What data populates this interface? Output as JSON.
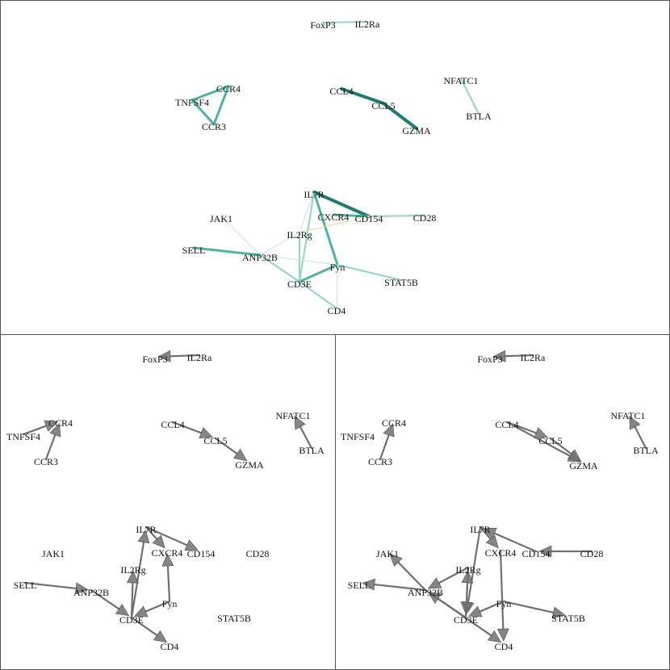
{
  "colors": {
    "background": "#ffffff",
    "panel_border": "#555555",
    "edge_light": "#92d3c8",
    "edge_mid": "#4fb3a4",
    "edge_dark": "#1f7a70",
    "edge_faint": "#c2e6df",
    "edge_yellow": "#e8d79a",
    "arrow": "#707070",
    "text": "#111111"
  },
  "panels": [
    {
      "id": "top",
      "directed": false,
      "nodes": [
        {
          "id": "FoxP3",
          "label": "FoxP3"
        },
        {
          "id": "IL2Ra",
          "label": "IL2Ra"
        },
        {
          "id": "CCR4",
          "label": "CCR4"
        },
        {
          "id": "TNFSF4",
          "label": "TNFSF4"
        },
        {
          "id": "CCR3",
          "label": "CCR3"
        },
        {
          "id": "CCL4",
          "label": "CCL4"
        },
        {
          "id": "CCL5",
          "label": "CCL5"
        },
        {
          "id": "GZMA",
          "label": "GZMA"
        },
        {
          "id": "NFATC1",
          "label": "NFATC1"
        },
        {
          "id": "BTLA",
          "label": "BTLA"
        },
        {
          "id": "IL7R",
          "label": "IL7R"
        },
        {
          "id": "CXCR4",
          "label": "CXCR4"
        },
        {
          "id": "CD154",
          "label": "CD154"
        },
        {
          "id": "CD28",
          "label": "CD28"
        },
        {
          "id": "JAK1",
          "label": "JAK1"
        },
        {
          "id": "IL2Rg",
          "label": "IL2Rg"
        },
        {
          "id": "SELL",
          "label": "SELL"
        },
        {
          "id": "ANP32B",
          "label": "ANP32B"
        },
        {
          "id": "Fyn",
          "label": "Fyn"
        },
        {
          "id": "CD3E",
          "label": "CD3E"
        },
        {
          "id": "STAT5B",
          "label": "STAT5B"
        },
        {
          "id": "CD4",
          "label": "CD4"
        }
      ],
      "edges": [
        {
          "source": "FoxP3",
          "target": "IL2Ra",
          "weight": "light"
        },
        {
          "source": "TNFSF4",
          "target": "CCR4",
          "weight": "mid"
        },
        {
          "source": "CCR4",
          "target": "CCR3",
          "weight": "mid"
        },
        {
          "source": "TNFSF4",
          "target": "CCR3",
          "weight": "mid"
        },
        {
          "source": "CCL4",
          "target": "CCL5",
          "weight": "dark"
        },
        {
          "source": "CCL5",
          "target": "GZMA",
          "weight": "dark"
        },
        {
          "source": "NFATC1",
          "target": "BTLA",
          "weight": "light"
        },
        {
          "source": "IL7R",
          "target": "CD154",
          "weight": "dark"
        },
        {
          "source": "CXCR4",
          "target": "CD154",
          "weight": "mid"
        },
        {
          "source": "CD154",
          "target": "CD28",
          "weight": "light"
        },
        {
          "source": "IL7R",
          "target": "IL2Rg",
          "weight": "faint"
        },
        {
          "source": "IL7R",
          "target": "CD3E",
          "weight": "light"
        },
        {
          "source": "IL7R",
          "target": "Fyn",
          "weight": "mid"
        },
        {
          "source": "IL2Rg",
          "target": "CD154",
          "weight": "yellow"
        },
        {
          "source": "IL2Rg",
          "target": "CD3E",
          "weight": "light"
        },
        {
          "source": "IL2Rg",
          "target": "ANP32B",
          "weight": "faint"
        },
        {
          "source": "JAK1",
          "target": "ANP32B",
          "weight": "faint"
        },
        {
          "source": "SELL",
          "target": "ANP32B",
          "weight": "mid"
        },
        {
          "source": "ANP32B",
          "target": "CD3E",
          "weight": "light"
        },
        {
          "source": "ANP32B",
          "target": "Fyn",
          "weight": "faint"
        },
        {
          "source": "CD3E",
          "target": "Fyn",
          "weight": "mid"
        },
        {
          "source": "Fyn",
          "target": "STAT5B",
          "weight": "light"
        },
        {
          "source": "Fyn",
          "target": "CD4",
          "weight": "faint"
        },
        {
          "source": "CD3E",
          "target": "CD4",
          "weight": "light"
        }
      ]
    },
    {
      "id": "bottom-left",
      "directed": true,
      "nodes": [
        {
          "id": "FoxP3",
          "label": "FoxP3"
        },
        {
          "id": "IL2Ra",
          "label": "IL2Ra"
        },
        {
          "id": "CCR4",
          "label": "CCR4"
        },
        {
          "id": "TNFSF4",
          "label": "TNFSF4"
        },
        {
          "id": "CCR3",
          "label": "CCR3"
        },
        {
          "id": "CCL4",
          "label": "CCL4"
        },
        {
          "id": "CCL5",
          "label": "CCL5"
        },
        {
          "id": "GZMA",
          "label": "GZMA"
        },
        {
          "id": "NFATC1",
          "label": "NFATC1"
        },
        {
          "id": "BTLA",
          "label": "BTLA"
        },
        {
          "id": "IL7R",
          "label": "IL7R"
        },
        {
          "id": "CXCR4",
          "label": "CXCR4"
        },
        {
          "id": "CD154",
          "label": "CD154"
        },
        {
          "id": "CD28",
          "label": "CD28"
        },
        {
          "id": "JAK1",
          "label": "JAK1"
        },
        {
          "id": "IL2Rg",
          "label": "IL2Rg"
        },
        {
          "id": "SELL",
          "label": "SELL"
        },
        {
          "id": "ANP32B",
          "label": "ANP32B"
        },
        {
          "id": "Fyn",
          "label": "Fyn"
        },
        {
          "id": "CD3E",
          "label": "CD3E"
        },
        {
          "id": "STAT5B",
          "label": "STAT5B"
        },
        {
          "id": "CD4",
          "label": "CD4"
        }
      ],
      "edges": [
        {
          "source": "IL2Ra",
          "target": "FoxP3"
        },
        {
          "source": "TNFSF4",
          "target": "CCR4"
        },
        {
          "source": "CCR3",
          "target": "CCR4"
        },
        {
          "source": "CCL4",
          "target": "CCL5"
        },
        {
          "source": "CCL5",
          "target": "GZMA"
        },
        {
          "source": "BTLA",
          "target": "NFATC1"
        },
        {
          "source": "IL7R",
          "target": "CD154"
        },
        {
          "source": "IL7R",
          "target": "CXCR4"
        },
        {
          "source": "CD3E",
          "target": "IL7R"
        },
        {
          "source": "CD3E",
          "target": "IL2Rg"
        },
        {
          "source": "SELL",
          "target": "ANP32B"
        },
        {
          "source": "ANP32B",
          "target": "CD3E"
        },
        {
          "source": "Fyn",
          "target": "CD3E"
        },
        {
          "source": "Fyn",
          "target": "CXCR4"
        },
        {
          "source": "CD3E",
          "target": "CD4"
        }
      ]
    },
    {
      "id": "bottom-right",
      "directed": true,
      "nodes": [
        {
          "id": "FoxP3",
          "label": "FoxP3"
        },
        {
          "id": "IL2Ra",
          "label": "IL2Ra"
        },
        {
          "id": "CCR4",
          "label": "CCR4"
        },
        {
          "id": "TNFSF4",
          "label": "TNFSF4"
        },
        {
          "id": "CCR3",
          "label": "CCR3"
        },
        {
          "id": "CCL4",
          "label": "CCL4"
        },
        {
          "id": "CCL5",
          "label": "CCL5"
        },
        {
          "id": "GZMA",
          "label": "GZMA"
        },
        {
          "id": "NFATC1",
          "label": "NFATC1"
        },
        {
          "id": "BTLA",
          "label": "BTLA"
        },
        {
          "id": "IL7R",
          "label": "IL7R"
        },
        {
          "id": "CXCR4",
          "label": "CXCR4"
        },
        {
          "id": "CD154",
          "label": "CD154"
        },
        {
          "id": "CD28",
          "label": "CD28"
        },
        {
          "id": "JAK1",
          "label": "JAK1"
        },
        {
          "id": "IL2Rg",
          "label": "IL2Rg"
        },
        {
          "id": "SELL",
          "label": "SELL"
        },
        {
          "id": "ANP32B",
          "label": "ANP32B"
        },
        {
          "id": "Fyn",
          "label": "Fyn"
        },
        {
          "id": "CD3E",
          "label": "CD3E"
        },
        {
          "id": "STAT5B",
          "label": "STAT5B"
        },
        {
          "id": "CD4",
          "label": "CD4"
        }
      ],
      "edges": [
        {
          "source": "IL2Ra",
          "target": "FoxP3"
        },
        {
          "source": "CCR3",
          "target": "CCR4"
        },
        {
          "source": "CCL4",
          "target": "CCL5"
        },
        {
          "source": "CCL4",
          "target": "GZMA"
        },
        {
          "source": "CCL5",
          "target": "GZMA"
        },
        {
          "source": "BTLA",
          "target": "NFATC1"
        },
        {
          "source": "CD28",
          "target": "CD154"
        },
        {
          "source": "CD154",
          "target": "IL7R"
        },
        {
          "source": "IL7R",
          "target": "CXCR4"
        },
        {
          "source": "IL7R",
          "target": "CD3E"
        },
        {
          "source": "CXCR4",
          "target": "CD4"
        },
        {
          "source": "IL2Rg",
          "target": "ANP32B"
        },
        {
          "source": "IL2Rg",
          "target": "CD3E"
        },
        {
          "source": "CD3E",
          "target": "IL2Rg"
        },
        {
          "source": "ANP32B",
          "target": "JAK1"
        },
        {
          "source": "ANP32B",
          "target": "SELL"
        },
        {
          "source": "CD3E",
          "target": "ANP32B"
        },
        {
          "source": "Fyn",
          "target": "CD3E"
        },
        {
          "source": "Fyn",
          "target": "STAT5B"
        },
        {
          "source": "ANP32B",
          "target": "CD4"
        }
      ]
    }
  ]
}
